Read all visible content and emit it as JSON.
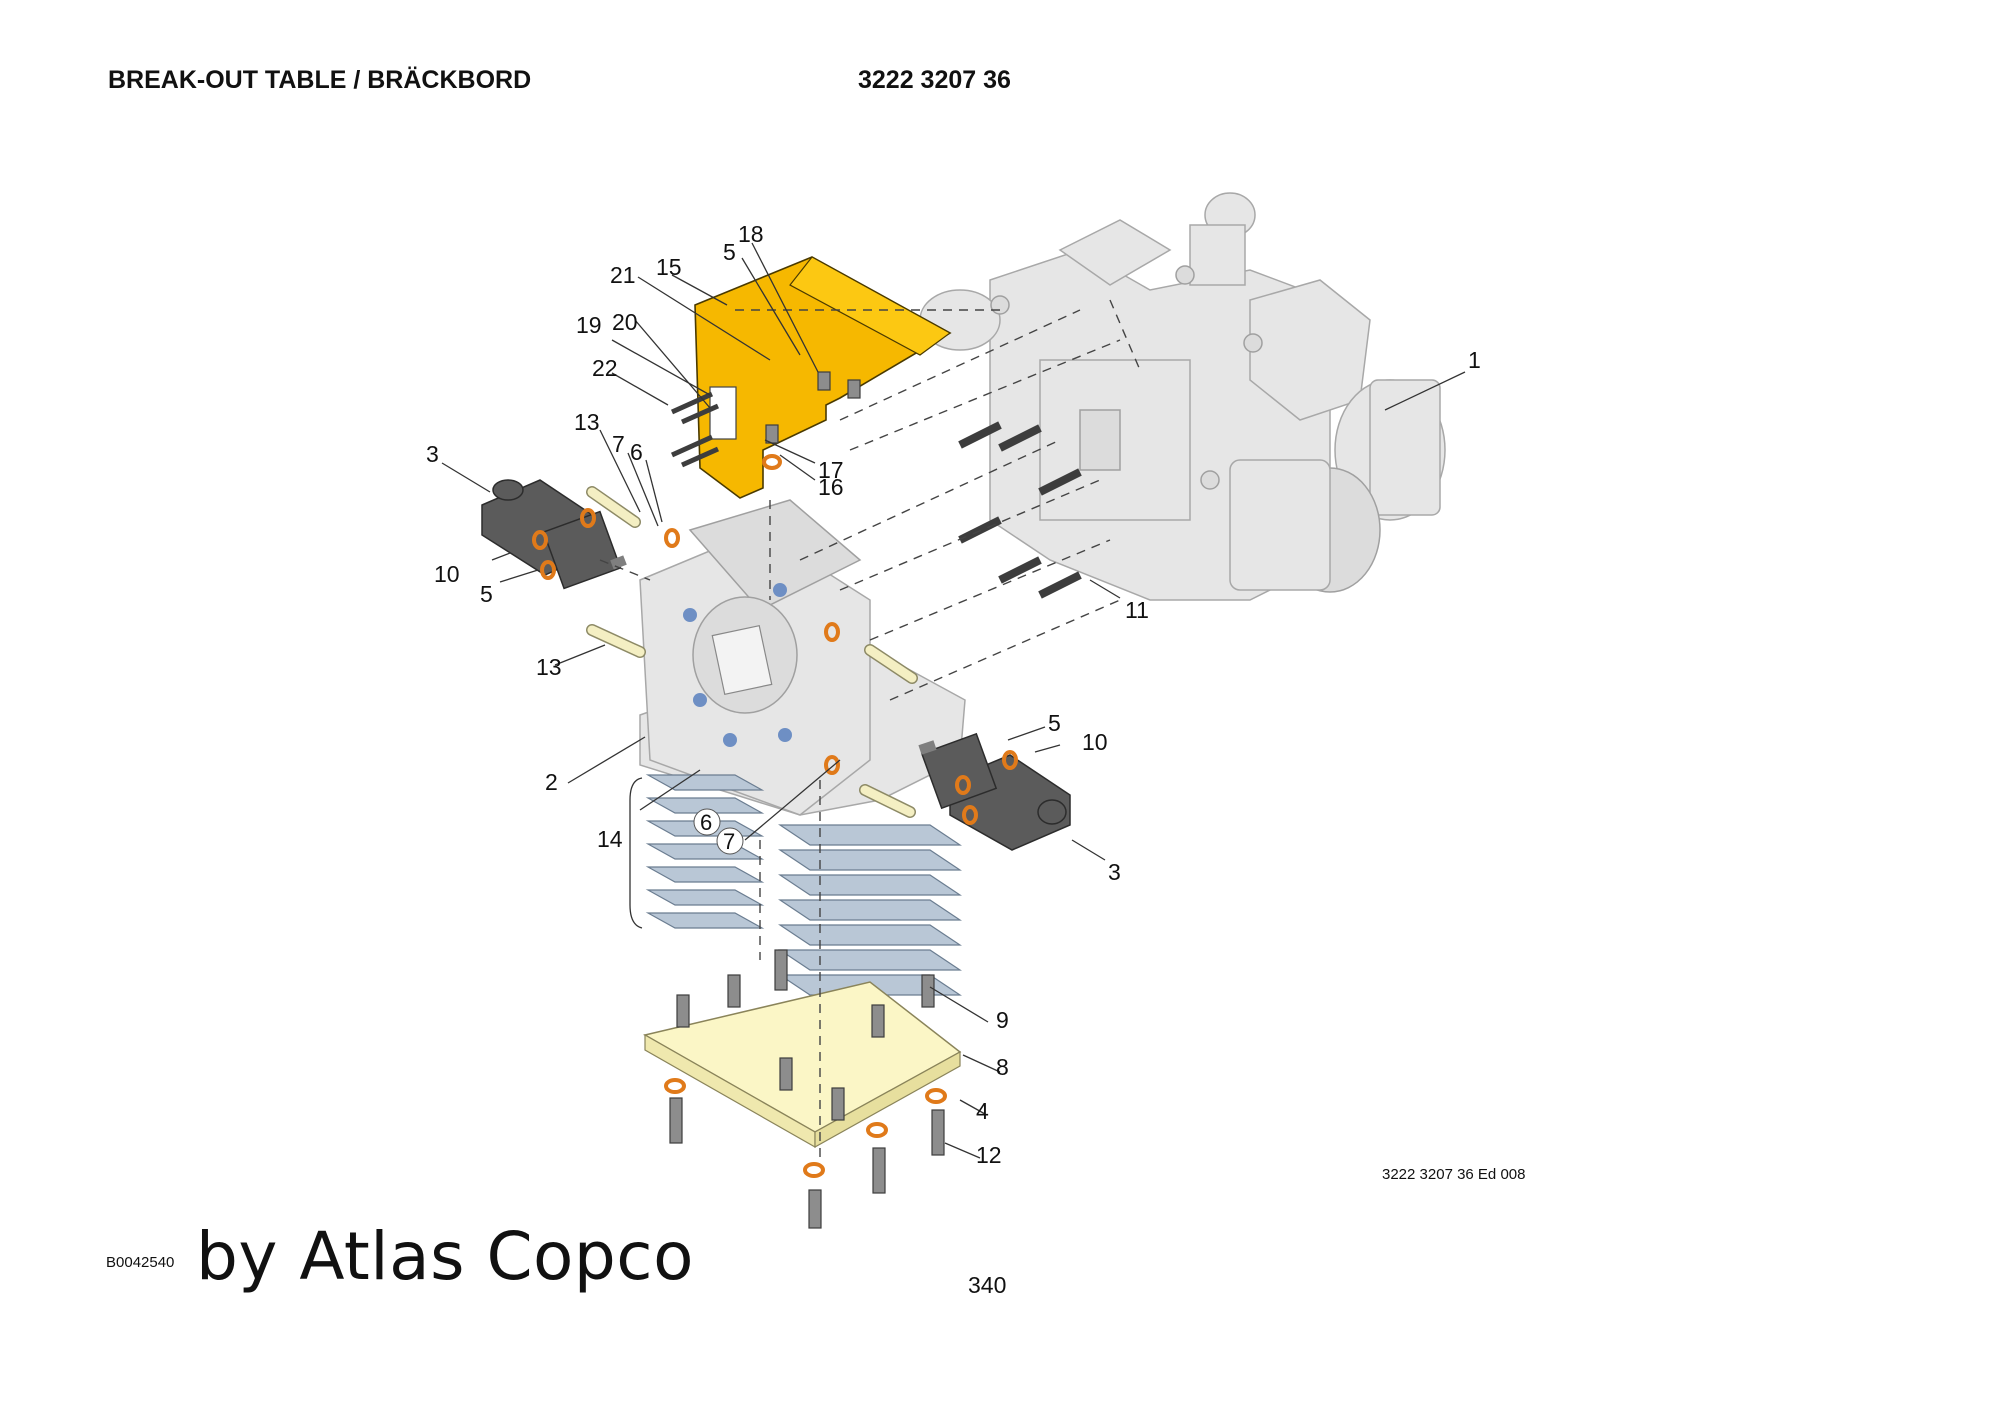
{
  "header": {
    "title": "BREAK-OUT TABLE / BRÄCKBORD",
    "part_number": "3222 3207 36"
  },
  "colors": {
    "guard_plate": "#f6b800",
    "base_plate": "#fbf6c6",
    "shims": "#b9c7d6",
    "housing": "#e7e7e7",
    "cylinder": "#5a5a5a",
    "washer": "#e07a1a",
    "line": "#333333"
  },
  "callouts": [
    "1",
    "2",
    "3",
    "3",
    "4",
    "5",
    "5",
    "5",
    "6",
    "6",
    "7",
    "7",
    "8",
    "9",
    "10",
    "10",
    "11",
    "12",
    "13",
    "13",
    "14",
    "15",
    "16",
    "17",
    "18",
    "19",
    "20",
    "21",
    "22"
  ],
  "footer": {
    "edition": "3222 3207 36 Ed 008",
    "drawing_number": "B0042540",
    "brand": "by Atlas Copco",
    "page_number": "340"
  }
}
